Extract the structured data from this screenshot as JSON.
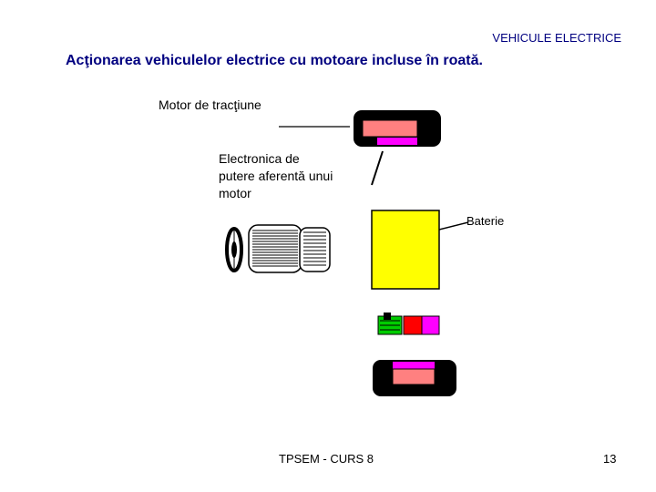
{
  "header": {
    "section_title": "VEHICULE ELECTRICE"
  },
  "slide": {
    "title": "Acţionarea vehiculelor electrice cu motoare incluse în roată."
  },
  "labels": {
    "traction_motor": "Motor de tracţiune",
    "power_electronics": [
      "Electronica de",
      "putere aferentă unui",
      "motor"
    ],
    "battery": "Baterie"
  },
  "footer": {
    "course": "TPSEM - CURS 8",
    "page_number": "13"
  },
  "colors": {
    "header_text": "#000080",
    "wheel": "#000000",
    "motor": "#FF8080",
    "electronics": "#FF00FF",
    "battery": "#FFFF00",
    "controller_green": "#00CC00",
    "controller_red": "#FF0000"
  }
}
